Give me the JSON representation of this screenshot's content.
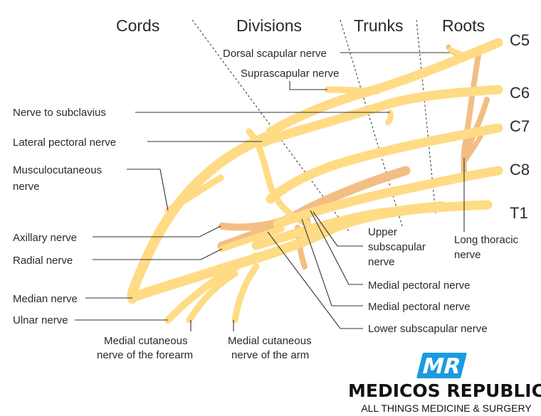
{
  "colors": {
    "nerve": "#FFDB85",
    "nerve_dark": "#F2BE84",
    "text": "#2a2a2a",
    "logo_blue": "#1A9BE0"
  },
  "headers": {
    "cords": "Cords",
    "divisions": "Divisions",
    "trunks": "Trunks",
    "roots": "Roots"
  },
  "roots": {
    "c5": "C5",
    "c6": "C6",
    "c7": "C7",
    "c8": "C8",
    "t1": "T1"
  },
  "labels": {
    "dorsal_scapular": "Dorsal scapular nerve",
    "suprascapular": "Suprascapular nerve",
    "nerve_to_subclavius": "Nerve to subclavius",
    "lateral_pectoral": "Lateral pectoral nerve",
    "musculocutaneous_1": "Musculocutaneous",
    "musculocutaneous_2": "nerve",
    "axillary": "Axillary nerve",
    "radial": "Radial nerve",
    "median": "Median nerve",
    "ulnar": "Ulnar nerve",
    "med_cut_forearm_1": "Medial cutaneous",
    "med_cut_forearm_2": "nerve of the forearm",
    "med_cut_arm_1": "Medial cutaneous",
    "med_cut_arm_2": "nerve of the arm",
    "upper_subscapular_1": "Upper",
    "upper_subscapular_2": "subscapular",
    "upper_subscapular_3": "nerve",
    "long_thoracic_1": "Long thoracic",
    "long_thoracic_2": "nerve",
    "medial_pectoral_a": "Medial pectoral nerve",
    "medial_pectoral_b": "Medial pectoral nerve",
    "lower_subscapular": "Lower subscapular nerve"
  },
  "logo": {
    "mark": "MR",
    "brand": "MEDICOS REPUBLIC",
    "tagline": "ALL THINGS MEDICINE & SURGERY"
  }
}
